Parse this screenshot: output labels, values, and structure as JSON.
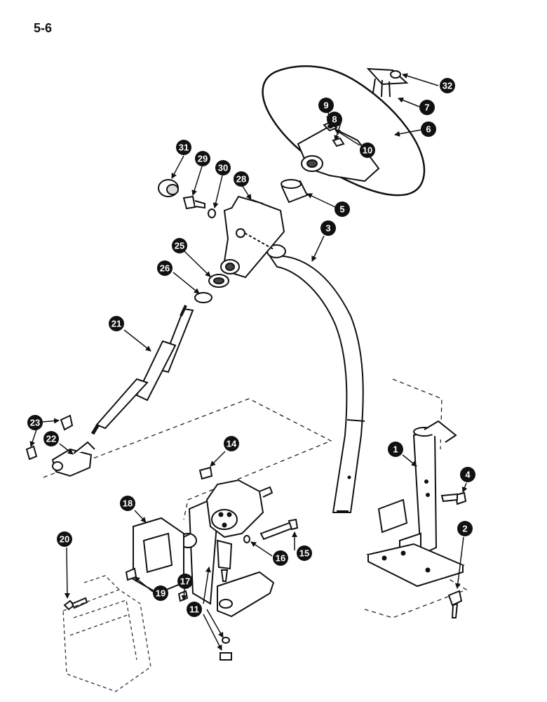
{
  "page_number": "5-6",
  "callouts": [
    {
      "id": "c32",
      "label": "32"
    },
    {
      "id": "c7",
      "label": "7"
    },
    {
      "id": "c6",
      "label": "6"
    },
    {
      "id": "c9",
      "label": "9"
    },
    {
      "id": "c8",
      "label": "8"
    },
    {
      "id": "c10",
      "label": "10"
    },
    {
      "id": "c31",
      "label": "31"
    },
    {
      "id": "c29",
      "label": "29"
    },
    {
      "id": "c30",
      "label": "30"
    },
    {
      "id": "c28",
      "label": "28"
    },
    {
      "id": "c5",
      "label": "5"
    },
    {
      "id": "c3",
      "label": "3"
    },
    {
      "id": "c25",
      "label": "25"
    },
    {
      "id": "c26",
      "label": "26"
    },
    {
      "id": "c21",
      "label": "21"
    },
    {
      "id": "c23",
      "label": "23"
    },
    {
      "id": "c22",
      "label": "22"
    },
    {
      "id": "c14",
      "label": "14"
    },
    {
      "id": "c1",
      "label": "1"
    },
    {
      "id": "c4",
      "label": "4"
    },
    {
      "id": "c2",
      "label": "2"
    },
    {
      "id": "c18",
      "label": "18"
    },
    {
      "id": "c20",
      "label": "20"
    },
    {
      "id": "c16",
      "label": "16"
    },
    {
      "id": "c15",
      "label": "15"
    },
    {
      "id": "c17",
      "label": "17"
    },
    {
      "id": "c19",
      "label": "19"
    },
    {
      "id": "c11",
      "label": "11"
    }
  ]
}
